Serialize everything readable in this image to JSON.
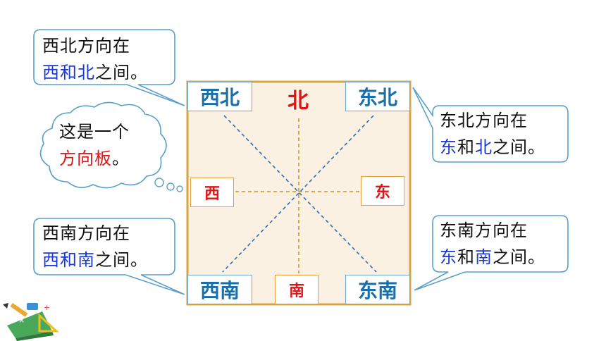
{
  "bubbles": {
    "northwest": {
      "line1": "西北方向在",
      "dir_a": "西",
      "conj": "和",
      "dir_b": "北",
      "tail": "之间。"
    },
    "northeast": {
      "line1": "东北方向在",
      "dir_a": "东",
      "conj": "和",
      "dir_b": "北",
      "tail": "之间。"
    },
    "southwest": {
      "line1": "西南方向在",
      "dir_a": "西",
      "conj": "和",
      "dir_b": "南",
      "tail": "之间。"
    },
    "southeast": {
      "line1": "东南方向在",
      "dir_a": "东",
      "conj": "和",
      "dir_b": "南",
      "tail": "之间。"
    }
  },
  "thought": {
    "line1": "这是一个",
    "highlight": "方向板",
    "tail": "。"
  },
  "board": {
    "north": "北",
    "south": "南",
    "east": "东",
    "west": "西",
    "northwest": "西北",
    "northeast": "东北",
    "southwest": "西南",
    "southeast": "东南"
  },
  "colors": {
    "board_fill": "#fbf1e2",
    "board_border": "#d9a441",
    "bubble_border": "#5aa0c8",
    "direction_text_blue": "#1a38d6",
    "highlight_red": "#e01414",
    "diagonal_line": "#2f6db3",
    "axis_line": "#c9962e"
  },
  "icons": [
    "stationery-icon"
  ]
}
